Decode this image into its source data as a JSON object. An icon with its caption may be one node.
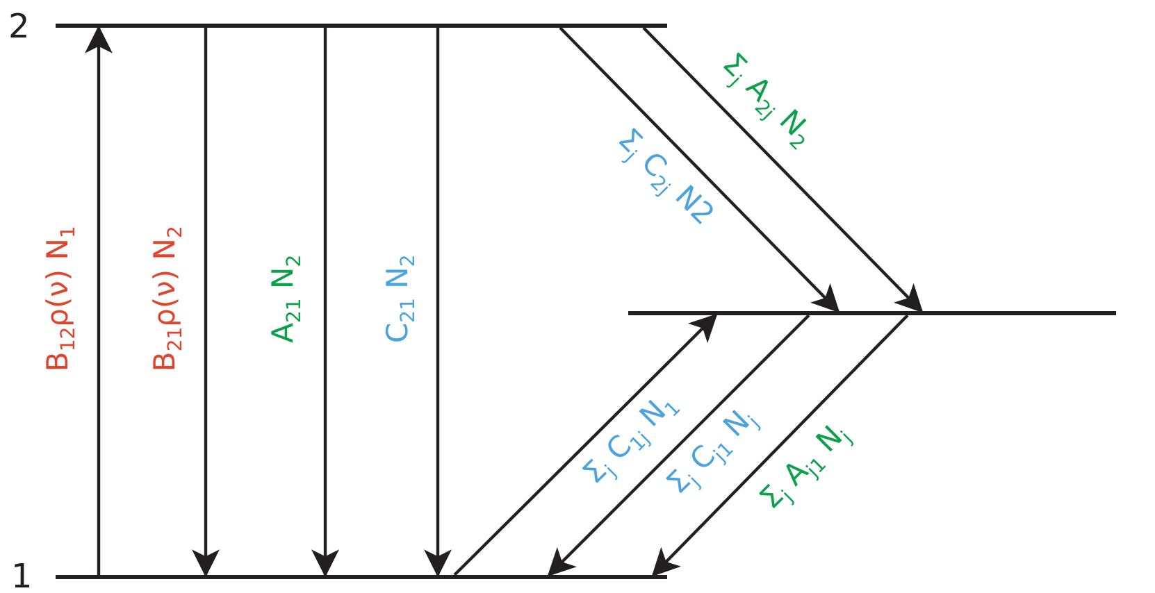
{
  "diagram": {
    "nodes": [
      {
        "text": [],
        "shape": "bar",
        "beside": [
          "2"
        ]
      },
      {
        "text": [],
        "shape": "bar",
        "beside": [
          "1"
        ]
      },
      {
        "text": [],
        "shape": "bar"
      }
    ],
    "edges": [
      {
        "from": 1,
        "to": 0,
        "arrow": "to",
        "label": "B$_{12}$ρ(ν) N$_{1}$"
      },
      {
        "from": 0,
        "to": 1,
        "arrow": "to",
        "label": "B$_{21}$ρ(ν) N$_{2}$"
      },
      {
        "from": 0,
        "to": 1,
        "arrow": "to",
        "label": "A$_{21}$ N$_{2}$"
      },
      {
        "from": 0,
        "to": 1,
        "arrow": "to",
        "label": "C$_{21}$ N$_{2}$"
      },
      {
        "from": 0,
        "to": 2,
        "arrow": "to",
        "label": "Σ$_{j}$ C$_{2j}$ N2"
      },
      {
        "from": 0,
        "to": 2,
        "arrow": "to",
        "label": "Σ$_{j}$ A$_{2j}$ N$_{2}$"
      },
      {
        "from": 1,
        "to": 2,
        "arrow": "to",
        "label": "Σ$_{j}$ C$_{1j}$ N$_{1}$"
      },
      {
        "from": 2,
        "to": 1,
        "arrow": "to",
        "label": "Σ$_{j}$ C$_{j1}$ N$_{j}$"
      },
      {
        "from": 2,
        "to": 1,
        "arrow": "to",
        "label": "Σ$_{j}$ A$_{j1}$ N$_{j}$"
      }
    ]
  }
}
